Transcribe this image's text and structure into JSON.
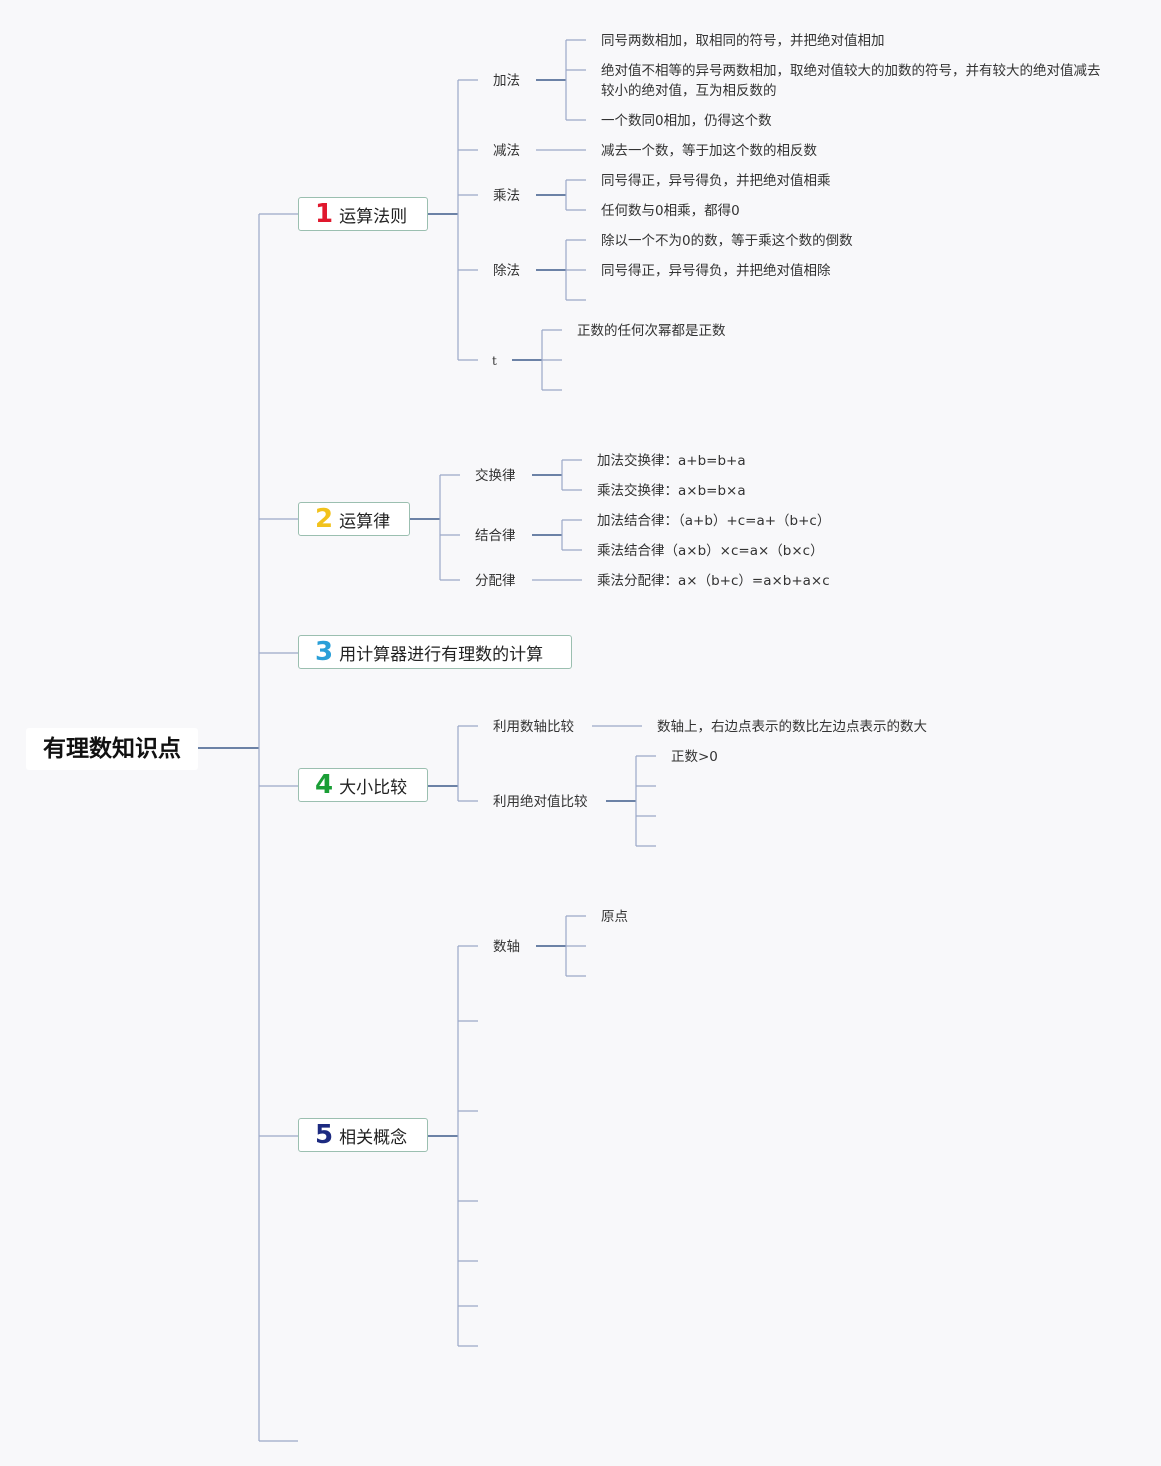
{
  "root": {
    "title": "有理数知识点"
  },
  "colors": {
    "n1": "#e0182d",
    "n2": "#f2c21c",
    "n3": "#2a9fd8",
    "n4": "#1a9e36",
    "n5": "#1c2a80",
    "line": "#3d5a8a",
    "branch_border": "#9bbfb0"
  },
  "branches": [
    {
      "number": "1",
      "label": "运算法则",
      "children": [
        {
          "label": "加法",
          "leaves": [
            "同号两数相加，取相同的符号，并把绝对值相加",
            "绝对值不相等的异号两数相加，取绝对值较大的加数的符号，并有较大的绝对值减去较小的绝对值，互为相反数的",
            "一个数同0相加，仍得这个数"
          ]
        },
        {
          "label": "减法",
          "leaves": [
            "减去一个数，等于加这个数的相反数"
          ]
        },
        {
          "label": "乘法",
          "leaves": [
            "同号得正，异号得负，并把绝对值相乘",
            "任何数与0相乘，都得0"
          ]
        },
        {
          "label": "除法",
          "leaves": [
            "除以一个不为0的数，等于乘这个数的倒数",
            "同号得正，异号得负，并把绝对值相除",
            ""
          ]
        },
        {
          "label": "t",
          "leaves": [
            "正数的任何次幂都是正数",
            "",
            ""
          ]
        }
      ]
    },
    {
      "number": "2",
      "label": "运算律",
      "children": [
        {
          "label": "交换律",
          "leaves": [
            "加法交换律：a+b=b+a",
            "乘法交换律：a×b=b×a"
          ]
        },
        {
          "label": "结合律",
          "leaves": [
            "加法结合律：（a+b）+c=a+（b+c）",
            "乘法结合律（a×b）×c=a×（b×c）"
          ]
        },
        {
          "label": "分配律",
          "leaves": [
            "乘法分配律：a×（b+c）=a×b+a×c"
          ]
        }
      ]
    },
    {
      "number": "3",
      "label": "用计算器进行有理数的计算",
      "children": []
    },
    {
      "number": "4",
      "label": "大小比较",
      "children": [
        {
          "label": "利用数轴比较",
          "leaves": [
            "数轴上，右边点表示的数比左边点表示的数大"
          ]
        },
        {
          "label": "利用绝对值比较",
          "leaves": [
            "正数>0",
            "",
            "",
            ""
          ]
        }
      ]
    },
    {
      "number": "5",
      "label": "相关概念",
      "children": [
        {
          "label": "数轴",
          "leaves": [
            "原点",
            "",
            ""
          ]
        }
      ]
    }
  ]
}
